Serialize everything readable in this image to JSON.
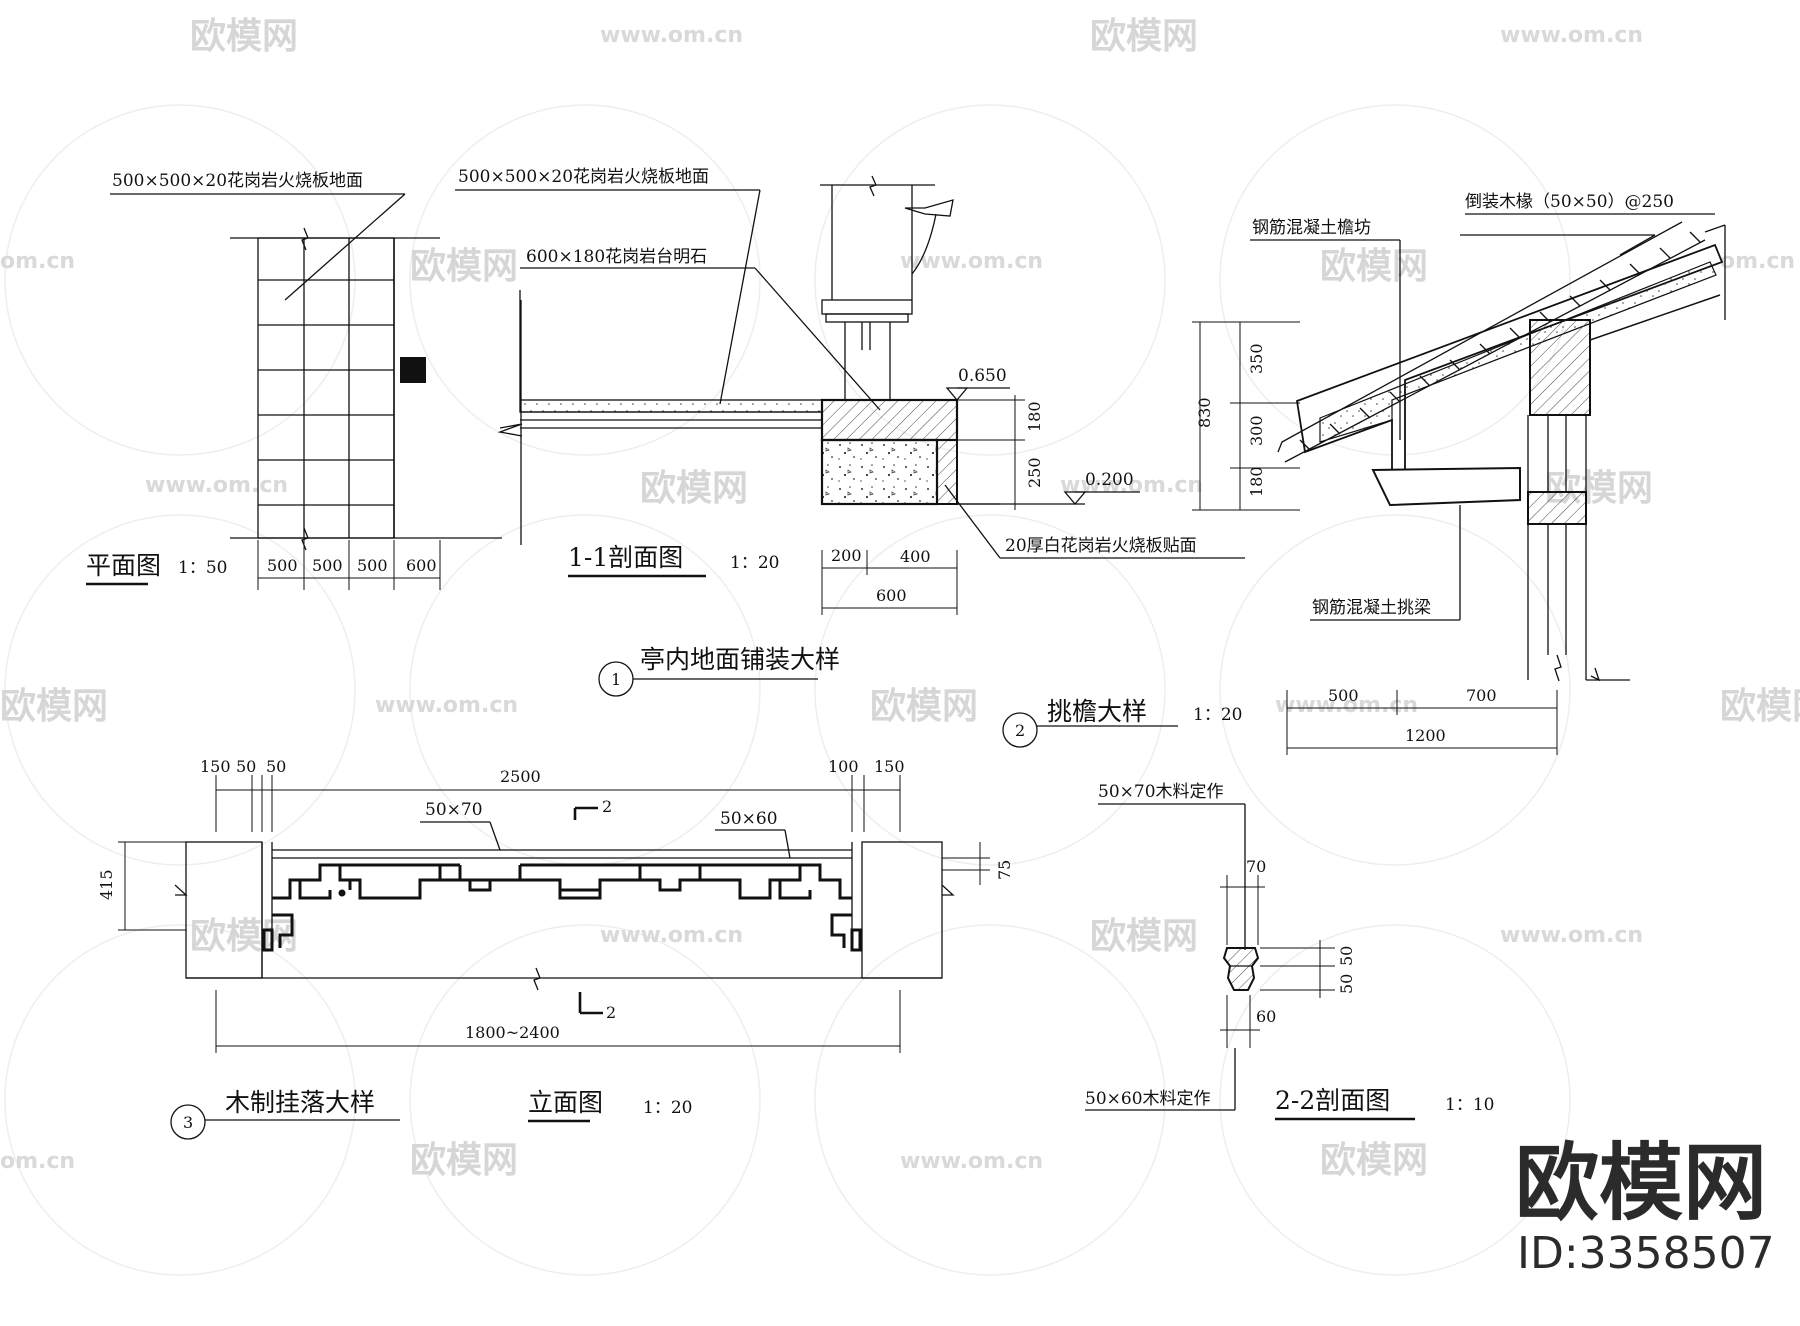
{
  "watermark": {
    "logo_text": "欧模网",
    "url_text": "www.om.cn",
    "edge_text": "om.cn"
  },
  "brand": {
    "name": "欧模网",
    "id_text": "ID:3358507"
  },
  "detail1": {
    "title": "亭内地面铺装大样",
    "number": "1",
    "plan": {
      "title": "平面图",
      "scale": "1：50",
      "callout": "500×500×20花岗岩火烧板地面",
      "dims": [
        "500",
        "500",
        "500",
        "600"
      ]
    },
    "section": {
      "title": "1-1剖面图",
      "scale": "1：20",
      "callout_floor": "500×500×20花岗岩火烧板地面",
      "callout_curb": "600×180花岗岩台明石",
      "callout_face": "20厚白花岗岩火烧板贴面",
      "elev_top": "0.650",
      "elev_bottom": "0.200",
      "dims_vertical": [
        "180",
        "250"
      ],
      "dims_bottom": [
        "200",
        "400",
        "600"
      ]
    }
  },
  "detail2": {
    "title": "挑檐大样",
    "number": "2",
    "scale": "1：20",
    "callout_rafter": "倒装木椽（50×50）@250",
    "callout_eave_beam": "钢筋混凝土檐坊",
    "callout_cantilever": "钢筋混凝土挑梁",
    "dims_vertical": [
      "350",
      "300",
      "180"
    ],
    "dim_total": "830",
    "dims_bottom": [
      "500",
      "700",
      "1200"
    ]
  },
  "detail3": {
    "title": "木制挂落大样",
    "number": "3",
    "elevation_title": "立面图",
    "elevation_scale": "1：20",
    "dims_top": [
      "150",
      "50",
      "50",
      "2500",
      "100",
      "150"
    ],
    "dim_left": "415",
    "dim_right": "75",
    "dim_total": "1800~2400",
    "callout_left": "50×70",
    "callout_right": "50×60",
    "section_mark": "2",
    "section": {
      "title": "2-2剖面图",
      "scale": "1：10",
      "callout_top": "50×70木料定作",
      "callout_bottom": "50×60木料定作",
      "dims": [
        "70",
        "50",
        "50",
        "60"
      ]
    }
  }
}
